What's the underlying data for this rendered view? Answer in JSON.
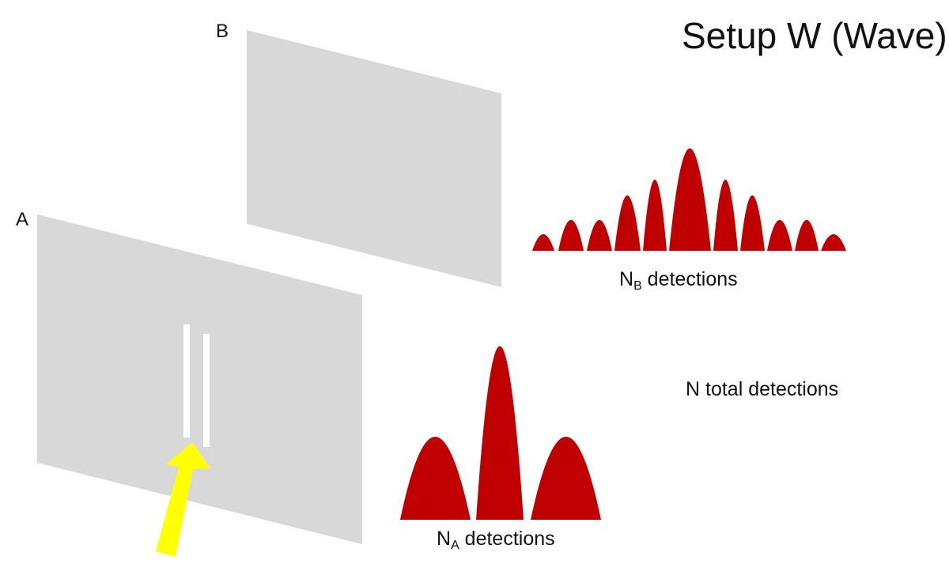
{
  "title": "Setup W (Wave)",
  "screens": {
    "a_label": "A",
    "b_label": "B"
  },
  "captions": {
    "na_prefix": "N",
    "na_sub": "A",
    "na_suffix": " detections",
    "nb_prefix": "N",
    "nb_sub": "B",
    "nb_suffix": " detections",
    "total": "N total detections"
  },
  "colors": {
    "screen": "#d9d8d8",
    "slit": "#ffffff",
    "peaks": "#c00000",
    "arrow": "#ffff00"
  }
}
